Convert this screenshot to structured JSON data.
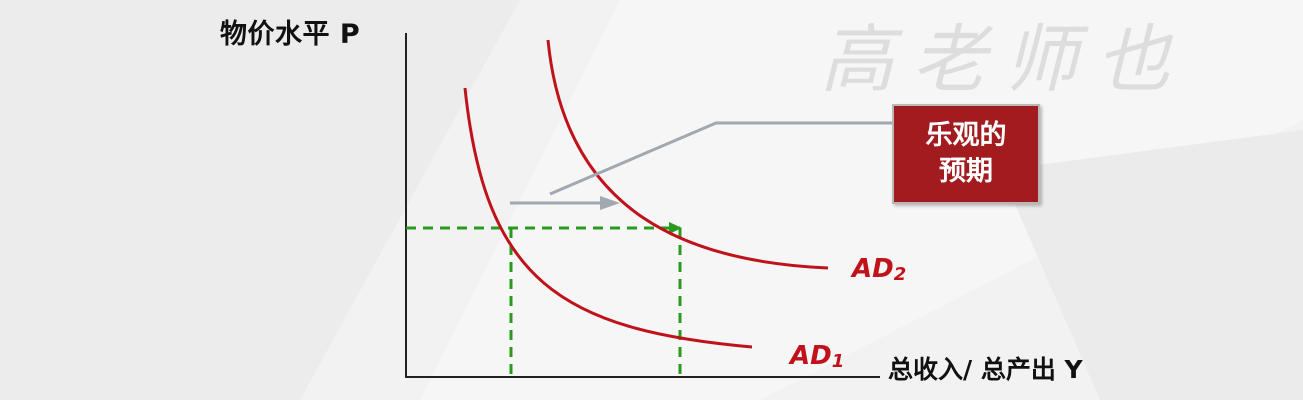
{
  "chart_data": {
    "type": "line",
    "ylabel": "物价水平 P",
    "xlabel": "总收入/ 总产出 Y",
    "series": [
      {
        "name": "AD1",
        "x": [
          0.3,
          0.4,
          0.55,
          0.8,
          1.1,
          1.5,
          1.9
        ],
        "y": [
          1.9,
          1.5,
          1.1,
          0.75,
          0.5,
          0.3,
          0.2
        ]
      },
      {
        "name": "AD2",
        "x": [
          0.75,
          0.85,
          1.0,
          1.25,
          1.6,
          2.0,
          2.4
        ],
        "y": [
          1.9,
          1.4,
          1.05,
          0.75,
          0.5,
          0.38,
          0.32
        ]
      }
    ],
    "labels": {
      "ad1": {
        "main": "AD",
        "sub": "1"
      },
      "ad2": {
        "main": "AD",
        "sub": "2"
      }
    },
    "callout": {
      "lines": [
        "乐观的",
        "预期"
      ]
    },
    "colors": {
      "curve": "#c0121b",
      "guide": "#2a9a1f",
      "arrow": "#a0a8b0",
      "callout_bg": "#a21b1f"
    }
  },
  "watermark": "高老师也"
}
